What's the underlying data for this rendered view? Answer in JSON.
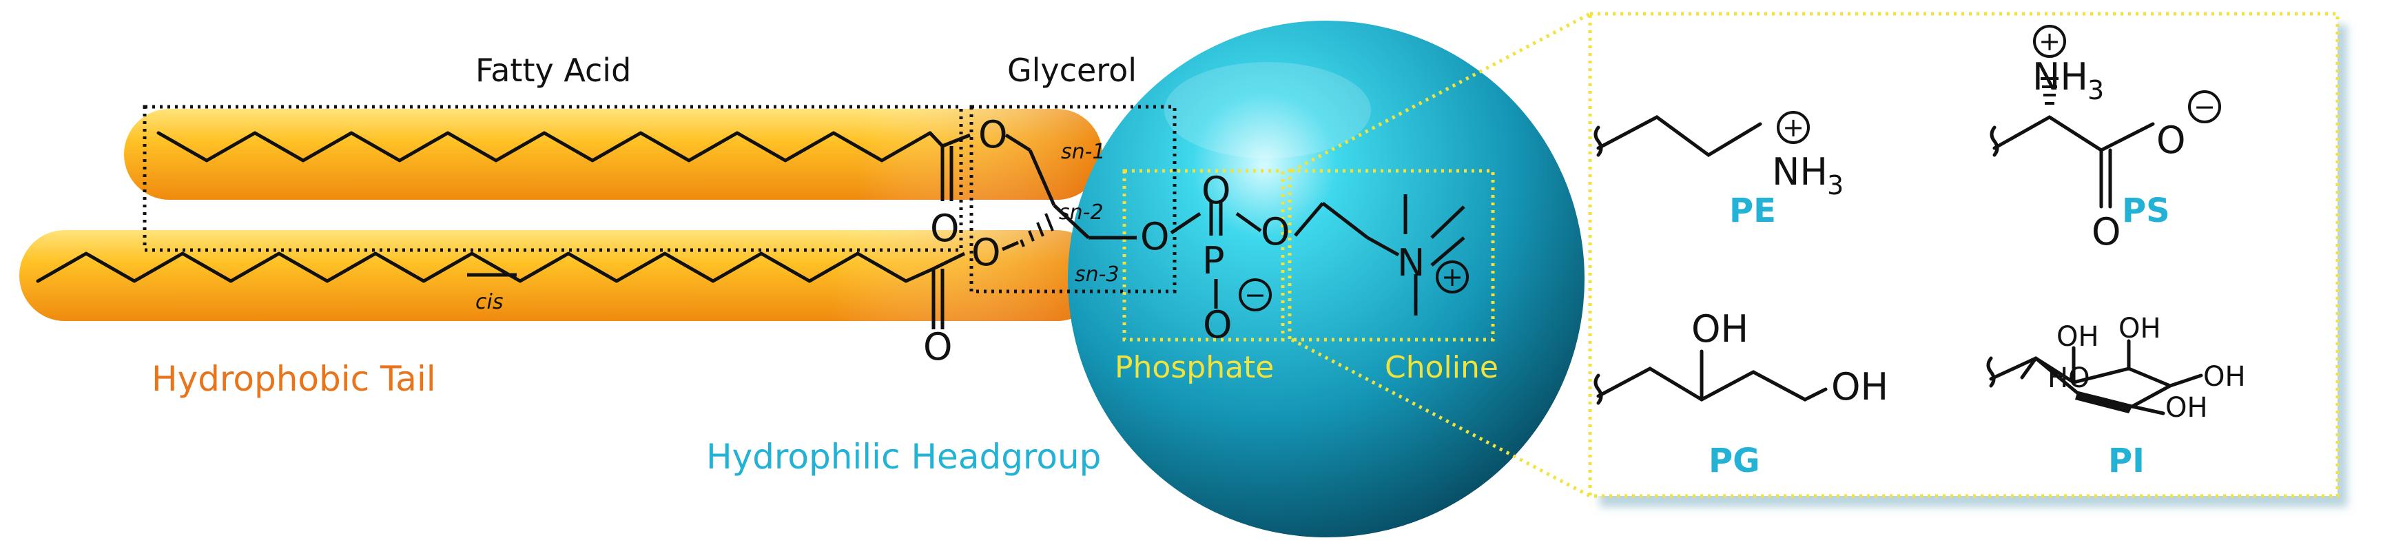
{
  "labels": {
    "fatty_acid": "Fatty Acid",
    "glycerol": "Glycerol",
    "hydrophobic_tail": "Hydrophobic Tail",
    "hydrophilic_headgroup": "Hydrophilic Headgroup",
    "phosphate": "Phosphate",
    "choline": "Choline",
    "cis": "cis",
    "sn1": "sn-1",
    "sn2": "sn-2",
    "sn3": "sn-3"
  },
  "atoms": {
    "oxygen": "O",
    "phosphorus": "P",
    "nitrogen": "N",
    "nh3_n": "NH",
    "sub3": "3",
    "oh": "OH",
    "ho": "HO",
    "plus": "+",
    "minus": "−"
  },
  "headgroups": [
    {
      "code": "PE"
    },
    {
      "code": "PS"
    },
    {
      "code": "PG"
    },
    {
      "code": "PI"
    }
  ],
  "colors": {
    "tail_orange_light": "#ffd24a",
    "tail_orange_dark": "#e86a0c",
    "headgroup_cyan_light": "#3fd8ec",
    "headgroup_cyan_dark": "#0a5f7a",
    "hydrophobic_label": "#e8741c",
    "hydrophilic_label": "#22b2d6",
    "callout_yellow": "#f2e23c",
    "headgroup_code": "#22b2d6"
  }
}
